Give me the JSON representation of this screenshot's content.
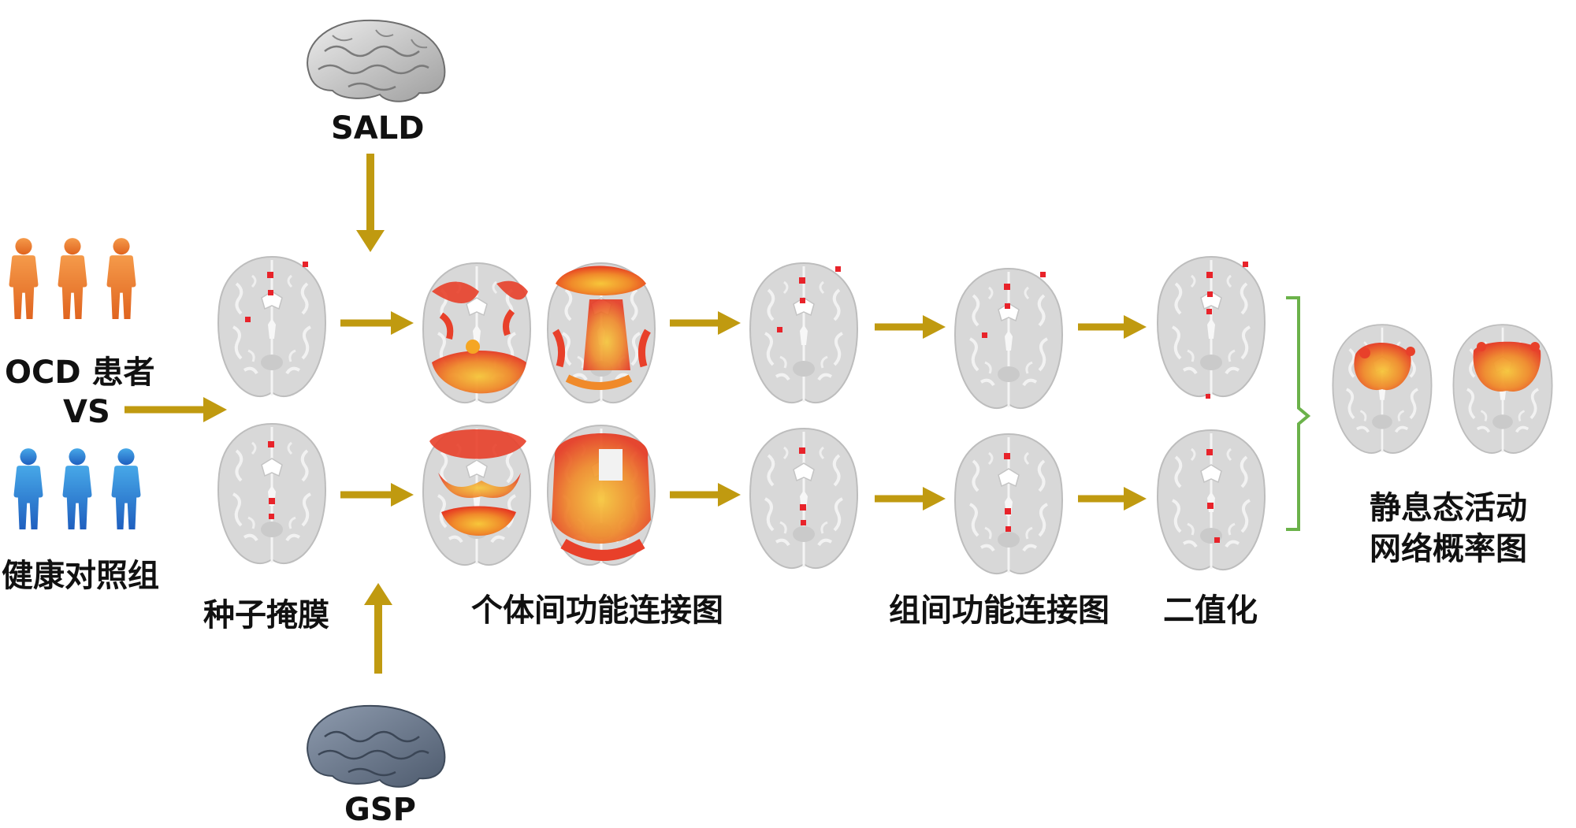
{
  "labels": {
    "sald": "SALD",
    "gsp": "GSP",
    "patients": "OCD 患者",
    "vs": "VS",
    "controls": "健康对照组",
    "seed_mask": "种子掩膜",
    "individual_fc": "个体间功能连接图",
    "group_fc": "组间功能连接图",
    "binarize": "二值化",
    "result_line1": "静息态活动",
    "result_line2": "网络概率图"
  },
  "colors": {
    "arrow": "#C09A10",
    "brace": "#6BB24A",
    "patients": "#E8732B",
    "controls": "#2F7FD0",
    "seed": "#E8232A",
    "brain_gray": "#D3D3D3",
    "activation_hot": "#E8402A",
    "activation_warm": "#F5A623"
  },
  "icons": {
    "patient_figure": "person-icon",
    "control_figure": "person-icon",
    "dataset_brain": "brain-3d-icon"
  }
}
